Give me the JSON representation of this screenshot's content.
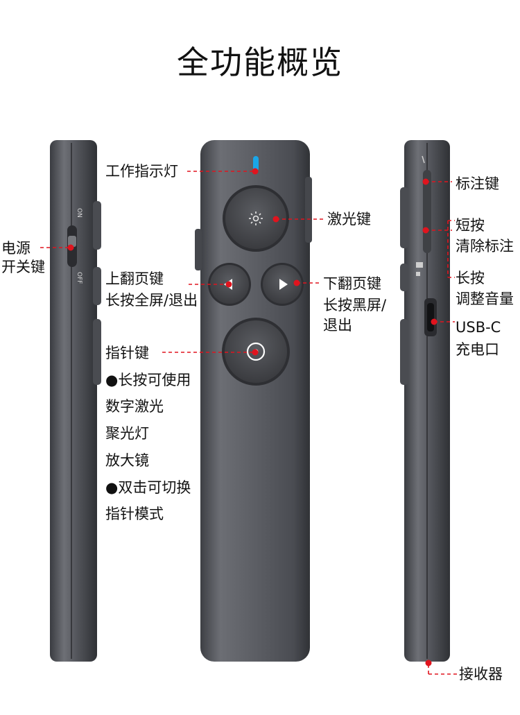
{
  "title": "全功能概览",
  "labels": {
    "indicator_light": "工作指示灯",
    "power_switch_1": "电源",
    "power_switch_2": "开关键",
    "laser_button": "激光键",
    "page_up_1": "上翻页键",
    "page_up_2": "长按全屏/退出",
    "page_down_1": "下翻页键",
    "page_down_2": "长按黑屏/",
    "page_down_3": "退出",
    "pointer_button": "指针键",
    "pointer_feature_1": "●长按可使用",
    "pointer_feature_2": "数字激光",
    "pointer_feature_3": "聚光灯",
    "pointer_feature_4": "放大镜",
    "pointer_feature_5": "●双击可切换",
    "pointer_feature_6": "指针模式",
    "annotate_button": "标注键",
    "short_press": "短按",
    "clear_annotations": "清除标注",
    "long_press": "长按",
    "adjust_volume": "调整音量",
    "usb_port_1": "USB-C",
    "usb_port_2": "充电口",
    "receiver": "接收器"
  },
  "device_marks": {
    "switch_on": "ON",
    "switch_off": "OFF"
  },
  "colors": {
    "callout": "#e0141e",
    "body": "#5a5c62",
    "indicator": "#1aa6e8"
  },
  "icons": [
    "sun-laser-icon",
    "left-arrow-icon",
    "right-arrow-icon",
    "target-pointer-icon"
  ]
}
